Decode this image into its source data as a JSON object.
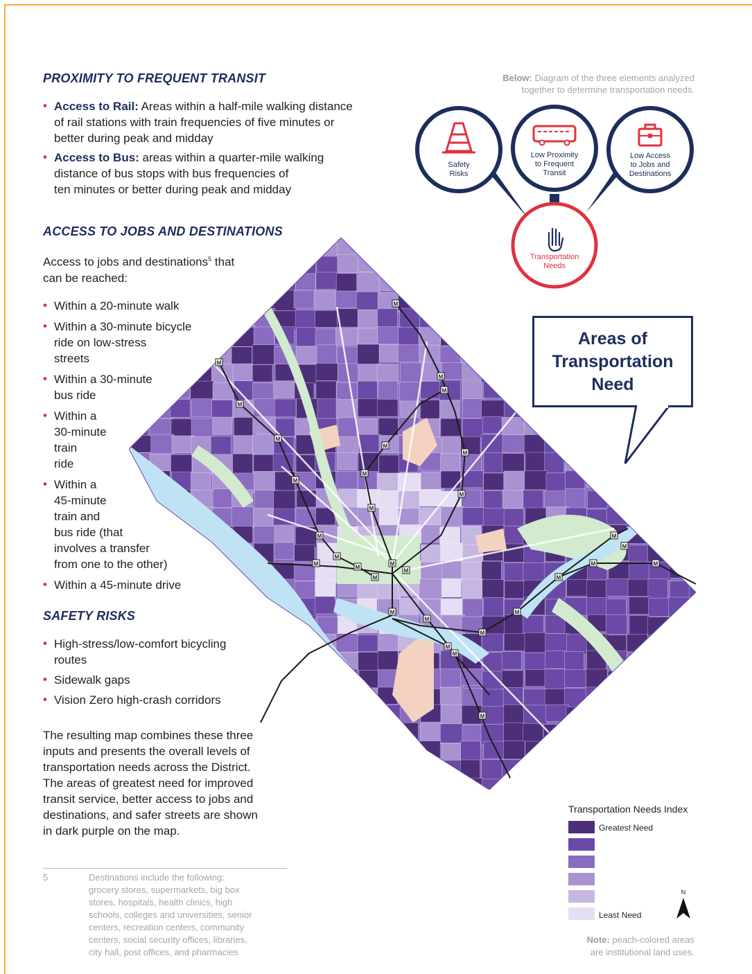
{
  "sections": {
    "proximity_title": "PROXIMITY TO FREQUENT TRANSIT",
    "rail_lead": "Access to Rail:",
    "rail_line1": " Areas within a half-mile walking distance",
    "rail_line2": "of rail stations with train frequencies of five minutes or",
    "rail_line3": "better during peak and midday",
    "bus_lead": "Access to Bus:",
    "bus_line1": " areas within a quarter-mile walking",
    "bus_line2": "distance of bus stops with bus frequencies of",
    "bus_line3": "ten minutes or better during peak and midday",
    "jobs_title": "ACCESS TO JOBS AND DESTINATIONS",
    "jobs_intro_line1a": "Access to jobs and destinations",
    "jobs_intro_sup": "5",
    "jobs_intro_line1b": " that",
    "jobs_intro_line2": "can be reached:",
    "jobs_items": [
      [
        "Within a 20-minute walk"
      ],
      [
        "Within a 30-minute bicycle",
        "ride on low-stress",
        "streets"
      ],
      [
        "Within a 30-minute",
        "bus ride"
      ],
      [
        "Within a",
        "30-minute",
        "train",
        "ride"
      ],
      [
        "Within a",
        "45-minute",
        "train and",
        "bus ride (that",
        "involves a transfer",
        "from one to the other)"
      ],
      [
        "Within a 45-minute drive"
      ]
    ],
    "safety_title": "SAFETY RISKS",
    "safety_items": [
      [
        "High-stress/low-comfort bicycling",
        "routes"
      ],
      [
        "Sidewalk gaps"
      ],
      [
        "Vision Zero high-crash corridors"
      ]
    ],
    "summary_lines": [
      "The resulting map combines these three",
      "inputs and presents the overall levels of",
      "transportation needs across the District.",
      "The areas of greatest need for improved",
      "transit service, better access to jobs and",
      "destinations, and safer streets are shown",
      "in dark purple on the map."
    ]
  },
  "footnote": {
    "number": "5",
    "lines": [
      "Destinations include the following:",
      "grocery stores, supermarkets, big box",
      "stores, hospitals, health clinics, high",
      "schools, colleges and universities, senior",
      "centers, recreation centers, community",
      "centers, social security offices, libraries,",
      "city hall, post offices, and pharmacies"
    ]
  },
  "diagram": {
    "below_label": "Below:",
    "below_line1": " Diagram of the three elements analyzed",
    "below_line2": "together to determine transportation needs.",
    "circles": [
      {
        "icon": "traffic-cone-icon",
        "lines": [
          "Safety",
          "Risks"
        ]
      },
      {
        "icon": "bus-icon",
        "lines": [
          "Low Proximity",
          "to Frequent",
          "Transit"
        ]
      },
      {
        "icon": "briefcase-icon",
        "lines": [
          "Low Access",
          "to Jobs and",
          "Destinations"
        ]
      }
    ],
    "result": {
      "icon": "hand-icon",
      "lines": [
        "Transportation",
        "Needs"
      ]
    },
    "navy": "#1d2e5c",
    "red": "#e0323e"
  },
  "callout": {
    "lines": [
      "Areas of",
      "Transportation",
      "Need"
    ]
  },
  "map": {
    "metro_label": "M",
    "colors": {
      "water": "#bfe3f4",
      "parks": "#d2ebcf",
      "institutional": "#f3d3c0",
      "roads": "#ffffff",
      "metro_lines": "#1a1a1a"
    }
  },
  "legend": {
    "title": "Transportation Needs Index",
    "greatest": "Greatest Need",
    "least": "Least Need",
    "swatches": [
      "#4c2f78",
      "#6a4aa6",
      "#8a6cc0",
      "#a892d2",
      "#c6b6e2",
      "#e6def3"
    ]
  },
  "north_label": "N",
  "note": {
    "label": "Note:",
    "line1": " peach-colored areas",
    "line2": "are institutional land uses."
  }
}
